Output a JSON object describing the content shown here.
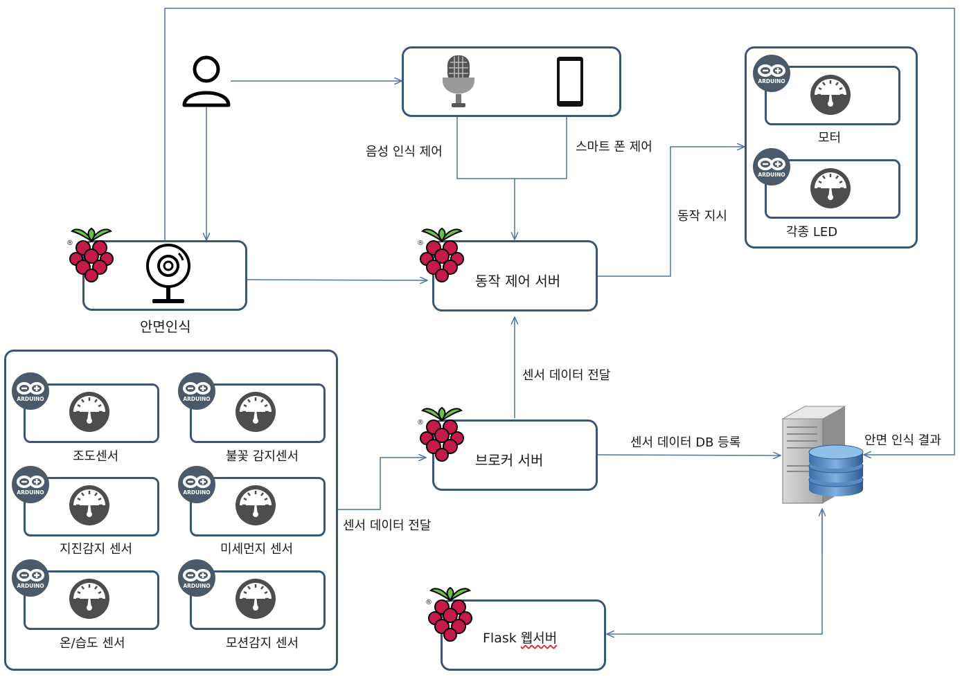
{
  "labels": {
    "voice_control": "음성 인식 제어",
    "smartphone_control": "스마트 폰 제어",
    "action_command": "동작 지시",
    "sensor_forward_up": "센서 데이터 전달",
    "sensor_forward_left": "센서 데이터 전달",
    "db_register": "센서 데이터 DB 등록",
    "face_result": "안면 인식 결과"
  },
  "nodes": {
    "face_recognition": "안면인식",
    "control_server": "동작 제어 서버",
    "broker_server": "브로커 서버",
    "flask_server_prefix": "Flask ",
    "flask_server_suffix": "웹서버"
  },
  "actuators": {
    "motor": "모터",
    "led": "각종 LED"
  },
  "sensors": [
    "조도센서",
    "불꽃 감지센서",
    "지진감지 센서",
    "미세먼지 센서",
    "온/습도 센서",
    "모션감지 센서"
  ],
  "icons": {
    "raspberry": "raspberry-pi-icon",
    "arduino": "arduino-icon",
    "arduino_text": "ARDUINO",
    "gauge": "gauge-icon",
    "user": "user-icon",
    "mic": "microphone-icon",
    "phone": "smartphone-icon",
    "webcam": "webcam-icon",
    "database": "database-server-icon",
    "registered": "®"
  },
  "colors": {
    "line": "#4a74a8",
    "border": "#3d5575",
    "raspberry_red": "#c51a4a",
    "raspberry_leaf": "#6cc04a",
    "arduino": "#4a5a6a"
  }
}
